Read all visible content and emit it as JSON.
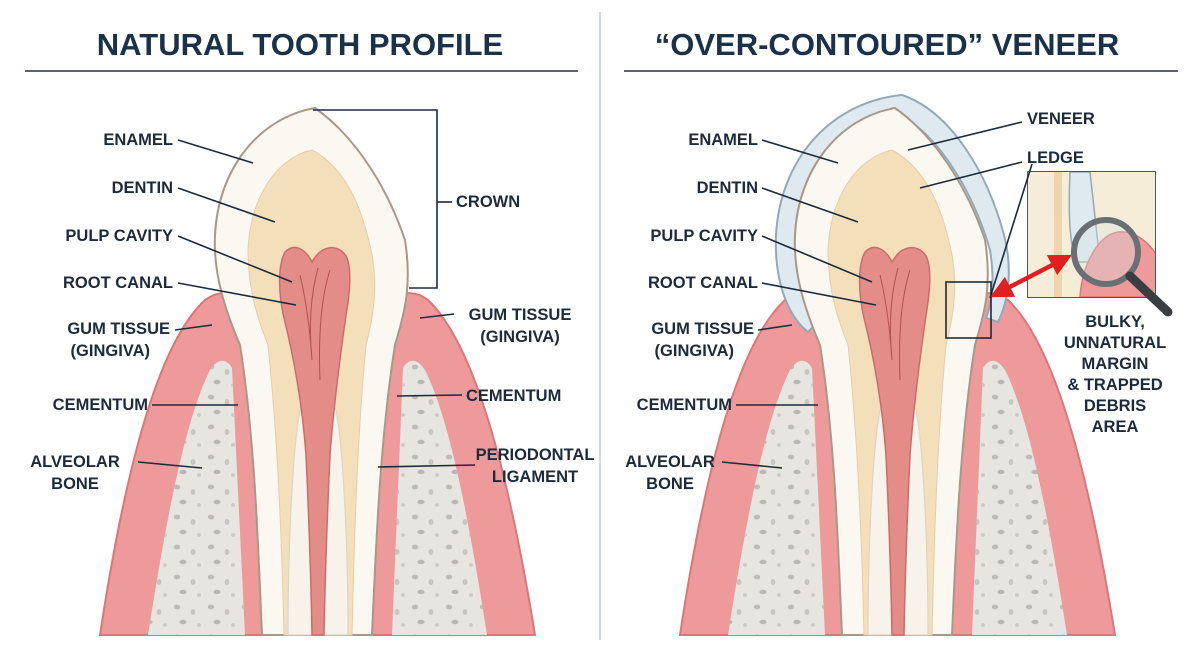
{
  "colors": {
    "title": "#1b3148",
    "label": "#1c2b3c",
    "gum": "#ee9a9a",
    "gum_dark": "#d9777a",
    "bone": "#e6e5e0",
    "enamel": "#fbf8f1",
    "dentin": "#f4dfbb",
    "pulp": "#e48c88",
    "veneer": "#dfeaf0",
    "arrow": "#e02020"
  },
  "left_panel": {
    "title": "NATURAL TOOTH PROFILE",
    "labels": {
      "enamel": "ENAMEL",
      "dentin": "DENTIN",
      "pulp_cavity": "PULP CAVITY",
      "root_canal": "ROOT CANAL",
      "gum_tissue_line1": "GUM TISSUE",
      "gum_tissue_line2": "(GINGIVA)",
      "cementum": "CEMENTUM",
      "alveolar_line1": "ALVEOLAR",
      "alveolar_line2": "BONE",
      "crown": "CROWN",
      "gum_right_line1": "GUM TISSUE",
      "gum_right_line2": "(GINGIVA)",
      "cementum_right": "CEMENTUM",
      "periodontal_line1": "PERIODONTAL",
      "periodontal_line2": "LIGAMENT"
    }
  },
  "right_panel": {
    "title": "“OVER-CONTOURED” VENEER",
    "labels": {
      "enamel": "ENAMEL",
      "dentin": "DENTIN",
      "pulp_cavity": "PULP CAVITY",
      "root_canal": "ROOT CANAL",
      "gum_tissue_line1": "GUM TISSUE",
      "gum_tissue_line2": "(GINGIVA)",
      "cementum": "CEMENTUM",
      "alveolar_line1": "ALVEOLAR",
      "alveolar_line2": "BONE",
      "veneer": "VENEER",
      "ledge": "LEDGE"
    },
    "callout": {
      "line1": "BULKY,",
      "line2": "UNNATURAL",
      "line3": "MARGIN",
      "line4": "& TRAPPED",
      "line5": "DEBRIS",
      "line6": "AREA"
    },
    "icons": {
      "magnifier": "magnifier-icon",
      "arrow": "double-arrow-icon"
    }
  }
}
